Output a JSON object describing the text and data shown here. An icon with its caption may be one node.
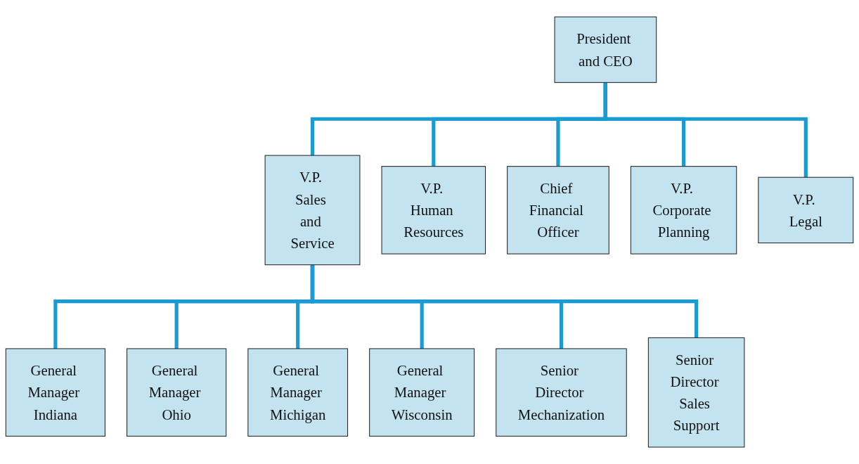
{
  "diagram": {
    "nodes": [
      {
        "text": [
          "President and CEO"
        ]
      },
      {
        "text": [
          "V.P. Sales and Service"
        ]
      },
      {
        "text": [
          "V.P. Human Resources"
        ]
      },
      {
        "text": [
          "Chief Financial Officer"
        ]
      },
      {
        "text": [
          "V.P. Corporate Planning"
        ]
      },
      {
        "text": [
          "V.P. Legal"
        ]
      },
      {
        "text": [
          "General Manager Indiana"
        ]
      },
      {
        "text": [
          "General Manager Ohio"
        ]
      },
      {
        "text": [
          "General Manager Michigan"
        ]
      },
      {
        "text": [
          "General Manager Wisconsin"
        ]
      },
      {
        "text": [
          "Senior Director Mechanization"
        ]
      },
      {
        "text": [
          "Senior Director Sales Support"
        ]
      }
    ],
    "edges": [
      {
        "from": 0,
        "to": 1,
        "arrow": "none"
      },
      {
        "from": 0,
        "to": 2,
        "arrow": "none"
      },
      {
        "from": 0,
        "to": 3,
        "arrow": "none"
      },
      {
        "from": 0,
        "to": 4,
        "arrow": "none"
      },
      {
        "from": 0,
        "to": 5,
        "arrow": "none"
      },
      {
        "from": 1,
        "to": 6,
        "arrow": "none"
      },
      {
        "from": 1,
        "to": 7,
        "arrow": "none"
      },
      {
        "from": 1,
        "to": 8,
        "arrow": "none"
      },
      {
        "from": 1,
        "to": 9,
        "arrow": "none"
      },
      {
        "from": 1,
        "to": 10,
        "arrow": "none"
      },
      {
        "from": 1,
        "to": 11,
        "arrow": "none"
      }
    ]
  }
}
